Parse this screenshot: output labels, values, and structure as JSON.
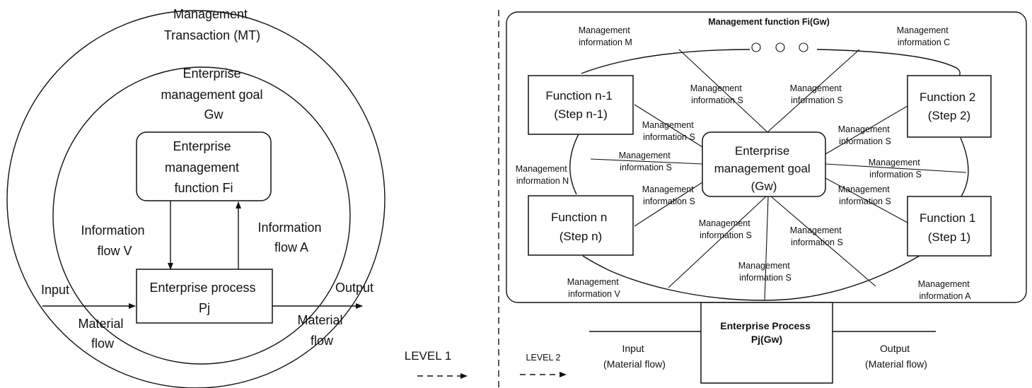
{
  "left": {
    "outer_circle": "Management\nTransaction (MT)",
    "inner_circle": "Enterprise\nmanagement goal\nGw",
    "function_box": "Enterprise\nmanagement\nfunction Fi",
    "info_flow_v": "Information\nflow V",
    "info_flow_a": "Information\nflow A",
    "process_box": "Enterprise process\nPj",
    "input": "Input",
    "output": "Output",
    "material_flow_left": "Material\nflow",
    "material_flow_right": "Material\nflow"
  },
  "levels": {
    "level1": "LEVEL 1",
    "level2": "LEVEL 2"
  },
  "right": {
    "panel_title": "Management function Fi(Gw)",
    "center_box": "Enterprise\nmanagement goal\n(Gw)",
    "function_n1": "Function n-1\n(Step n-1)",
    "function_2": "Function 2\n(Step 2)",
    "function_n": "Function n\n(Step n)",
    "function_1": "Function 1\n(Step 1)",
    "info_m": "Management\ninformation M",
    "info_c": "Management\ninformation C",
    "info_n": "Management\ninformation N",
    "info_v": "Management\ninformation V",
    "info_a": "Management\ninformation A",
    "info_s": "Management\ninformation S",
    "process_box": "Enterprise Process\nPj(Gw)",
    "input": "Input\n(Material flow)",
    "output": "Output\n(Material flow)"
  }
}
